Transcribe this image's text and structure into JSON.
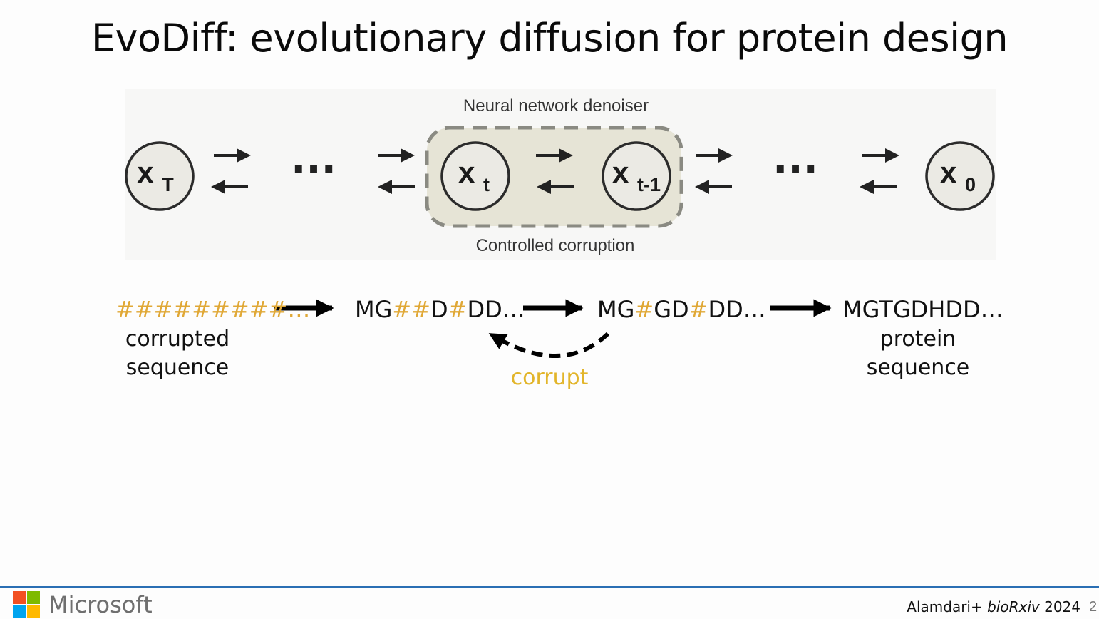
{
  "slide": {
    "title": "EvoDiff: evolutionary diffusion for protein design"
  },
  "diagram": {
    "denoiser_label": "Neural network denoiser",
    "corruption_label": "Controlled corruption",
    "ellipsis": "···",
    "nodes": {
      "xT": {
        "base": "x",
        "sub": "T"
      },
      "xt": {
        "base": "x",
        "sub": "t"
      },
      "xt1": {
        "base": "x",
        "sub": "t-1"
      },
      "x0": {
        "base": "x",
        "sub": "0"
      }
    },
    "colors": {
      "node_fill": "#ebeae4",
      "node_stroke": "#2b2b2b",
      "box_fill": "#e6e4d6",
      "box_stroke": "#8a8a82",
      "arrow": "#222222"
    }
  },
  "sequences": {
    "corrupted": "#########…",
    "step1": {
      "p1": "MG",
      "p2": "##",
      "p3": "D",
      "p4": "#",
      "p5": "DD…"
    },
    "step2": {
      "p1": "MG",
      "p2": "#",
      "p3": "GD",
      "p4": "#",
      "p5": "DD…"
    },
    "protein": "MGTGDHDD…",
    "corrupted_caption_1": "corrupted",
    "corrupted_caption_2": "sequence",
    "protein_caption_1": "protein",
    "protein_caption_2": "sequence",
    "corrupt_label": "corrupt",
    "highlight_color": "#e0a836"
  },
  "footer": {
    "brand": "Microsoft",
    "citation_author": "Alamdari+ ",
    "citation_journal": "bioRxiv",
    "citation_year": " 2024",
    "page_number": "2"
  },
  "brand_colors": [
    "#f25022",
    "#7fba00",
    "#00a4ef",
    "#ffb900"
  ]
}
